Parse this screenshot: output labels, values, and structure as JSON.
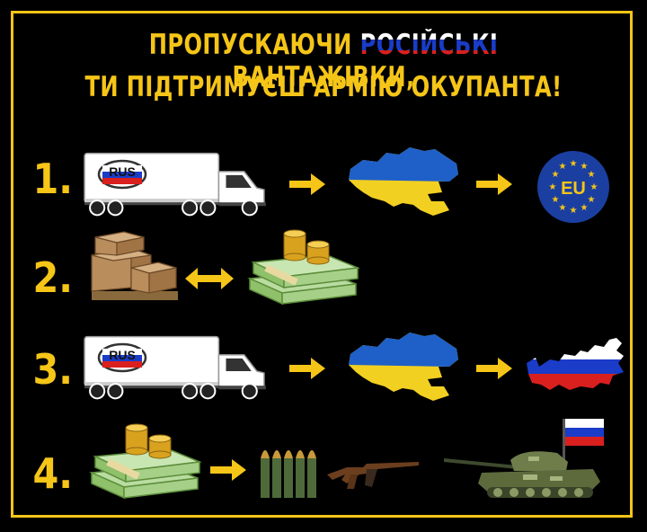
{
  "header": {
    "line1_part1": "ПРОПУСКАЮЧИ ",
    "line1_highlight": "РОСІЙСЬКІ",
    "line1_part2": " ВАНТАЖІВКИ,",
    "line2": "ТИ ПІДТРИМУЄШ АРМІЮ ОКУПАНТА!"
  },
  "rows": {
    "r1": {
      "number": "1.",
      "truck_label": "RUS",
      "eu_label": "EU"
    },
    "r2": {
      "number": "2."
    },
    "r3": {
      "number": "3.",
      "truck_label": "RUS"
    },
    "r4": {
      "number": "4."
    }
  },
  "colors": {
    "accent": "#f5c518",
    "ua_blue": "#1f5fc8",
    "ua_yellow": "#f2d021",
    "ru_white": "#ffffff",
    "ru_blue": "#1a3cc8",
    "ru_red": "#d9201e",
    "eu_blue": "#1b3fa0"
  },
  "icons": [
    "truck-icon",
    "arrow-right-icon",
    "ukraine-map-icon",
    "eu-flag-icon",
    "cargo-boxes-icon",
    "double-arrow-icon",
    "money-stack-icon",
    "russia-map-icon",
    "bullets-icon",
    "rifle-icon",
    "tank-icon",
    "russia-flag-icon"
  ]
}
